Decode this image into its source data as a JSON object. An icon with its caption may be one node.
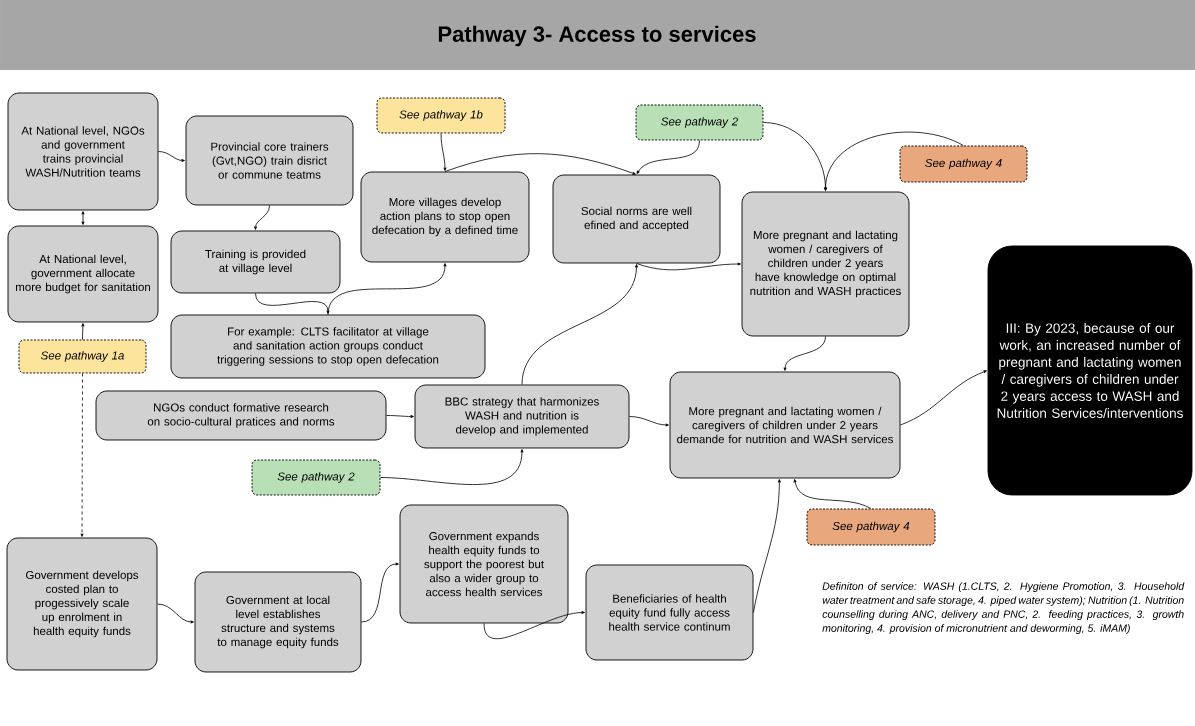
{
  "diagram": {
    "title": "Pathway 3- Access to services",
    "nodes": [
      {
        "text": [
          "At National level, NGOs and government trains provincial WASH/Nutrition teams"
        ]
      },
      {
        "text": [
          "Provincial core trainers (Gvt,NGO) train disrict or commune teatms"
        ]
      },
      {
        "text": [
          "See pathway 1b"
        ]
      },
      {
        "text": [
          "See pathway 2"
        ]
      },
      {
        "text": [
          "See pathway 4"
        ]
      },
      {
        "text": [
          "More villages develop action plans to stop open defecation by a defined time"
        ]
      },
      {
        "text": [
          "Social norms are well efined and accepted"
        ]
      },
      {
        "text": [
          "More pregnant and lactating women / caregivers of children under 2 years have knowledge on optimal nutrition and WASH practices"
        ]
      },
      {
        "text": [
          "At National level, government allocate more budget for sanitation"
        ]
      },
      {
        "text": [
          "Training is provided at village level"
        ]
      },
      {
        "text": [
          "III: By 2023, because of our work, an increased number of pregnant and lactating women / caregivers of children under 2 years access to WASH and Nutrition Services/interventions"
        ]
      },
      {
        "text": [
          "For example: CLTS facilitator at village and sanitation action groups conduct triggering sessions to stop open defecation"
        ]
      },
      {
        "text": [
          "See pathway 1a"
        ]
      },
      {
        "text": [
          "NGOs conduct formative research on socio-cultural pratices and norms"
        ]
      },
      {
        "text": [
          "BBC strategy that harmonizes WASH and nutrition is develop and implemented"
        ]
      },
      {
        "text": [
          "More pregnant and lactating women / caregivers of children under 2 years demande for nutrition and WASH services"
        ]
      },
      {
        "text": [
          "See pathway 2"
        ]
      },
      {
        "text": [
          "See pathway 4"
        ]
      },
      {
        "text": [
          "Government expands health equity funds to support the poorest but also a wider group to access health services"
        ]
      },
      {
        "text": [
          "Government develops costed plan to progessively scale up enrolment in health equity funds"
        ]
      },
      {
        "text": [
          "Government at local level establishes structure and systems to manage equity funds"
        ]
      },
      {
        "text": [
          "Beneficiaries of health equity fund fully access health service continum"
        ]
      }
    ],
    "edges": [
      {
        "from": 0,
        "to": 1,
        "arrow": "to"
      },
      {
        "from": 0,
        "to": 8,
        "arrow": "both"
      },
      {
        "from": 12,
        "to": 8,
        "arrow": "to"
      },
      {
        "from": 12,
        "to": 19,
        "arrow": "to",
        "style": "dashed"
      },
      {
        "from": 1,
        "to": 9,
        "arrow": "to"
      },
      {
        "from": 9,
        "to": 11,
        "arrow": "to"
      },
      {
        "from": 11,
        "to": 5,
        "arrow": "to"
      },
      {
        "from": 2,
        "to": 5,
        "arrow": "to"
      },
      {
        "from": 5,
        "to": 6,
        "arrow": "to"
      },
      {
        "from": 3,
        "to": 6,
        "arrow": "to"
      },
      {
        "from": 3,
        "to": 7,
        "arrow": "to"
      },
      {
        "from": 4,
        "to": 7,
        "arrow": "to"
      },
      {
        "from": 6,
        "to": 7,
        "arrow": "to"
      },
      {
        "from": 7,
        "to": 15,
        "arrow": "to"
      },
      {
        "from": 13,
        "to": 14,
        "arrow": "to"
      },
      {
        "from": 14,
        "to": 6,
        "arrow": "to"
      },
      {
        "from": 16,
        "to": 14,
        "arrow": "to"
      },
      {
        "from": 14,
        "to": 15,
        "arrow": "to"
      },
      {
        "from": 15,
        "to": 10,
        "arrow": "to"
      },
      {
        "from": 17,
        "to": 15,
        "arrow": "to"
      },
      {
        "from": 19,
        "to": 20,
        "arrow": "to"
      },
      {
        "from": 20,
        "to": 18,
        "arrow": "to"
      },
      {
        "from": 18,
        "to": 21,
        "arrow": "to"
      },
      {
        "from": 21,
        "to": 15,
        "arrow": "to"
      }
    ],
    "labels": [
      "Definiton of service: WASH (1.CLTS, 2. Hygiene Promotion, 3. Household water treatment and safe storage, 4. piped water system); Nutrition (1. Nutrition counselling during ANC, delivery and PNC, 2. feeding practices, 3. growth monitoring, 4. provision of micronutrient and deworming, 5. iMAM)"
    ]
  }
}
